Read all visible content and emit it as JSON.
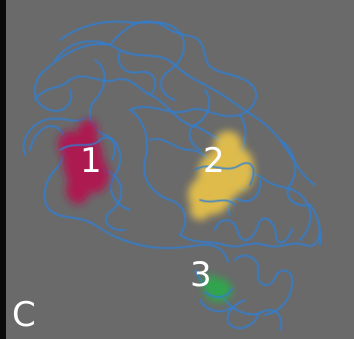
{
  "figure": {
    "panel_label": "C",
    "background_color": "#6a6a6a",
    "backbone_color": "#2f7fd6",
    "sites": [
      {
        "label": "1",
        "color": "#b0124f"
      },
      {
        "label": "2",
        "color": "#e8c24a"
      },
      {
        "label": "3",
        "color": "#2fa84c"
      }
    ]
  }
}
